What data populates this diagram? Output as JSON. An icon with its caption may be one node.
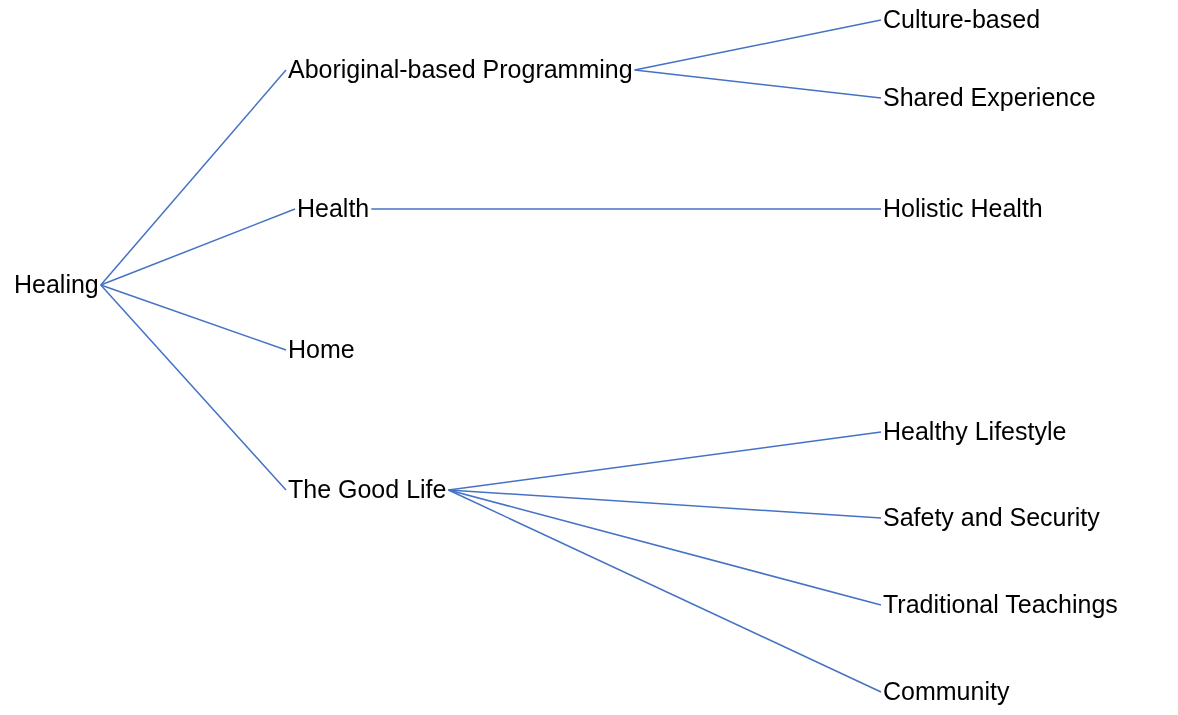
{
  "diagram": {
    "nodes": [
      {
        "text": [
          "Healing"
        ]
      },
      {
        "text": [
          "Aboriginal-based Programming"
        ]
      },
      {
        "text": [
          "Culture-based"
        ]
      },
      {
        "text": [
          "Shared Experience"
        ]
      },
      {
        "text": [
          "Health"
        ]
      },
      {
        "text": [
          "Holistic Health"
        ]
      },
      {
        "text": [
          "Home"
        ]
      },
      {
        "text": [
          "The Good Life"
        ]
      },
      {
        "text": [
          "Healthy Lifestyle"
        ]
      },
      {
        "text": [
          "Safety and Security"
        ]
      },
      {
        "text": [
          "Traditional Teachings"
        ]
      },
      {
        "text": [
          "Community"
        ]
      }
    ],
    "edges": [
      {
        "from": 0,
        "to": 1,
        "arrow": "none"
      },
      {
        "from": 0,
        "to": 4,
        "arrow": "none"
      },
      {
        "from": 0,
        "to": 6,
        "arrow": "none"
      },
      {
        "from": 0,
        "to": 7,
        "arrow": "none"
      },
      {
        "from": 1,
        "to": 2,
        "arrow": "none"
      },
      {
        "from": 1,
        "to": 3,
        "arrow": "none"
      },
      {
        "from": 4,
        "to": 5,
        "arrow": "none"
      },
      {
        "from": 7,
        "to": 8,
        "arrow": "none"
      },
      {
        "from": 7,
        "to": 9,
        "arrow": "none"
      },
      {
        "from": 7,
        "to": 10,
        "arrow": "none"
      },
      {
        "from": 7,
        "to": 11,
        "arrow": "none"
      }
    ]
  }
}
